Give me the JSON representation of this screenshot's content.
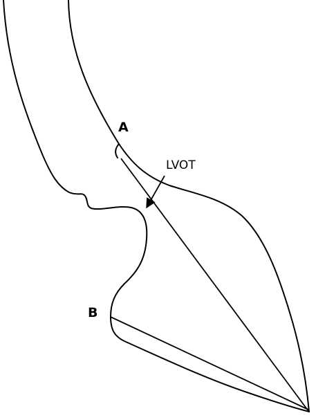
{
  "labels": {
    "point_a": "A",
    "point_b": "B",
    "region": "LVOT"
  },
  "colors": {
    "stroke": "#000000",
    "background": "#ffffff"
  }
}
